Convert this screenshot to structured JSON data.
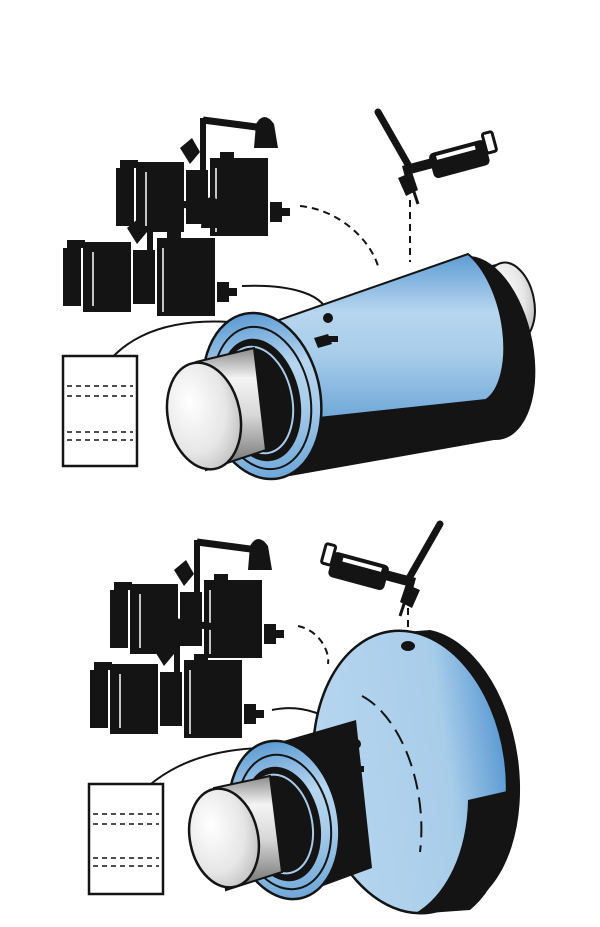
{
  "figure": {
    "panels": [
      {
        "id": "top",
        "subject": "sleeve-bearing-on-shaft"
      },
      {
        "id": "bottom",
        "subject": "flanged-bearing-on-shaft"
      }
    ]
  },
  "colors": {
    "ink": "#141414",
    "bearing_blue": "#a8cdea",
    "bearing_blue_dark": "#5d9bd3",
    "steel_light": "#f2f2f2",
    "steel_mid": "#bfbfbf",
    "paper": "#ffffff"
  },
  "icons": [
    "hydraulic-pump-icon",
    "grease-gun-icon",
    "oil-container-icon",
    "pressure-gauge-icon"
  ]
}
